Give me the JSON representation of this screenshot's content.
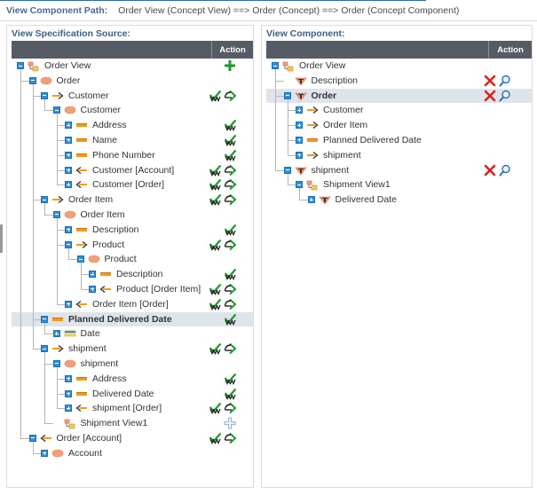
{
  "header": {
    "path_label": "View Component Path:",
    "path_value": "Order View (Concept View) ==> Order (Concept) ==> Order (Concept Component)"
  },
  "left_panel": {
    "title": "View Specification Source:",
    "action_header": "Action",
    "rows": [
      {
        "label": "Order View",
        "level": 0,
        "icon": "view-icon",
        "toggle": "minus",
        "actions": [
          "add-icon"
        ]
      },
      {
        "label": "Order",
        "level": 1,
        "icon": "concept-icon",
        "toggle": "minus",
        "actions": []
      },
      {
        "label": "Customer",
        "level": 2,
        "icon": "relation-out-icon",
        "toggle": "minus",
        "actions": [
          "select-icon",
          "expand-icon"
        ]
      },
      {
        "label": "Customer",
        "level": 3,
        "icon": "concept-icon",
        "toggle": "minus",
        "actions": []
      },
      {
        "label": "Address",
        "level": 4,
        "icon": "attribute-icon",
        "toggle": "plus",
        "actions": [
          "select-icon"
        ]
      },
      {
        "label": "Name",
        "level": 4,
        "icon": "attribute-icon",
        "toggle": "plus",
        "actions": [
          "select-icon"
        ]
      },
      {
        "label": "Phone Number",
        "level": 4,
        "icon": "attribute-icon",
        "toggle": "plus",
        "actions": [
          "select-icon"
        ]
      },
      {
        "label": "Customer [Account]",
        "level": 4,
        "icon": "relation-in-icon",
        "toggle": "plus",
        "actions": [
          "select-icon",
          "expand-icon"
        ]
      },
      {
        "label": "Customer [Order]",
        "level": 4,
        "icon": "relation-in-icon",
        "toggle": "plus",
        "actions": [
          "select-icon",
          "expand-icon"
        ]
      },
      {
        "label": "Order Item",
        "level": 2,
        "icon": "relation-out-icon",
        "toggle": "minus",
        "actions": [
          "select-icon",
          "expand-icon"
        ]
      },
      {
        "label": "Order Item",
        "level": 3,
        "icon": "concept-icon",
        "toggle": "minus",
        "actions": []
      },
      {
        "label": "Description",
        "level": 4,
        "icon": "attribute-icon",
        "toggle": "plus",
        "actions": [
          "select-icon"
        ]
      },
      {
        "label": "Product",
        "level": 4,
        "icon": "relation-out-icon",
        "toggle": "minus",
        "actions": [
          "select-icon",
          "expand-icon"
        ]
      },
      {
        "label": "Product",
        "level": 5,
        "icon": "concept-icon",
        "toggle": "minus",
        "actions": []
      },
      {
        "label": "Description",
        "level": 6,
        "icon": "attribute-icon",
        "toggle": "plus",
        "actions": [
          "select-icon"
        ]
      },
      {
        "label": "Product [Order Item]",
        "level": 6,
        "icon": "relation-in-icon",
        "toggle": "plus",
        "actions": [
          "select-icon",
          "expand-icon"
        ]
      },
      {
        "label": "Order Item [Order]",
        "level": 4,
        "icon": "relation-in-icon",
        "toggle": "plus",
        "actions": [
          "select-icon",
          "expand-icon"
        ]
      },
      {
        "label": "Planned Delivered Date",
        "level": 2,
        "icon": "attribute-icon",
        "toggle": "minus",
        "actions": [
          "select-icon"
        ],
        "highlight": true,
        "bold": true
      },
      {
        "label": "Date",
        "level": 3,
        "icon": "date-icon",
        "toggle": "plus",
        "actions": []
      },
      {
        "label": "shipment",
        "level": 2,
        "icon": "relation-out-icon",
        "toggle": "minus",
        "actions": [
          "select-icon",
          "expand-icon"
        ]
      },
      {
        "label": "shipment",
        "level": 3,
        "icon": "concept-icon",
        "toggle": "minus",
        "actions": []
      },
      {
        "label": "Address",
        "level": 4,
        "icon": "attribute-icon",
        "toggle": "plus",
        "actions": [
          "select-icon"
        ]
      },
      {
        "label": "Delivered Date",
        "level": 4,
        "icon": "attribute-icon",
        "toggle": "plus",
        "actions": [
          "select-icon"
        ]
      },
      {
        "label": "shipment [Order]",
        "level": 4,
        "icon": "relation-in-icon",
        "toggle": "plus",
        "actions": [
          "select-icon",
          "expand-icon"
        ]
      },
      {
        "label": "Shipment View1",
        "level": 3,
        "icon": "view-icon",
        "toggle": "none",
        "actions": [
          "add-outline-icon"
        ]
      },
      {
        "label": "Order [Account]",
        "level": 1,
        "icon": "relation-in-icon",
        "toggle": "minus",
        "actions": [
          "select-icon",
          "expand-icon"
        ]
      },
      {
        "label": "Account",
        "level": 2,
        "icon": "concept-icon",
        "toggle": "plus",
        "actions": []
      }
    ]
  },
  "right_panel": {
    "title": "View Component:",
    "action_header": "Action",
    "rows": [
      {
        "label": "Order View",
        "level": 0,
        "icon": "view-icon",
        "toggle": "minus",
        "actions": []
      },
      {
        "label": "Description",
        "level": 1,
        "icon": "component-icon",
        "toggle": "none",
        "actions": [
          "delete-icon",
          "inspect-icon"
        ]
      },
      {
        "label": "Order",
        "level": 1,
        "icon": "component-icon",
        "toggle": "minus",
        "actions": [
          "delete-icon",
          "inspect-icon"
        ],
        "highlight": true,
        "bold": true
      },
      {
        "label": "Customer",
        "level": 2,
        "icon": "relation-out-icon",
        "toggle": "plus",
        "actions": []
      },
      {
        "label": "Order Item",
        "level": 2,
        "icon": "relation-out-icon",
        "toggle": "plus",
        "actions": []
      },
      {
        "label": "Planned Delivered Date",
        "level": 2,
        "icon": "attribute-icon",
        "toggle": "plus",
        "actions": []
      },
      {
        "label": "shipment",
        "level": 2,
        "icon": "relation-out-icon",
        "toggle": "plus",
        "actions": []
      },
      {
        "label": "shipment",
        "level": 1,
        "icon": "component-icon",
        "toggle": "minus",
        "actions": [
          "delete-icon",
          "inspect-icon"
        ]
      },
      {
        "label": "Shipment View1",
        "level": 2,
        "icon": "view-icon",
        "toggle": "minus",
        "actions": []
      },
      {
        "label": "Delivered Date",
        "level": 3,
        "icon": "component-icon",
        "toggle": "plus",
        "actions": []
      }
    ]
  },
  "colors": {
    "accent_blue": "#2f8fd8",
    "header_bar": "#565c66",
    "highlight_row": "#dfe4ec",
    "relation_arrow": "#f29a1a",
    "concept_orange": "#f3a07a",
    "add_green": "#1a9a2a",
    "delete_red": "#d4251c"
  }
}
